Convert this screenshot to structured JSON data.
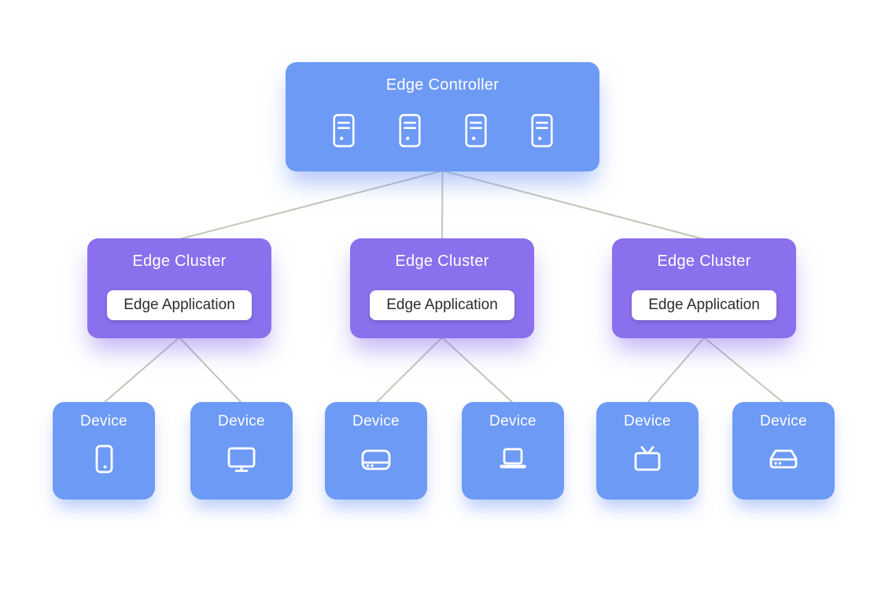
{
  "diagram": {
    "controller": {
      "id": "controller",
      "label": "Edge Controller",
      "icons": [
        "server-icon",
        "server-icon",
        "server-icon",
        "server-icon"
      ]
    },
    "clusters": [
      {
        "id": "cluster-1",
        "label": "Edge Cluster",
        "app_label": "Edge Application"
      },
      {
        "id": "cluster-2",
        "label": "Edge Cluster",
        "app_label": "Edge Application"
      },
      {
        "id": "cluster-3",
        "label": "Edge Cluster",
        "app_label": "Edge Application"
      }
    ],
    "devices": [
      {
        "id": "device-1",
        "label": "Device",
        "icon": "smartphone-icon"
      },
      {
        "id": "device-2",
        "label": "Device",
        "icon": "monitor-icon"
      },
      {
        "id": "device-3",
        "label": "Device",
        "icon": "storage-drive-icon"
      },
      {
        "id": "device-4",
        "label": "Device",
        "icon": "laptop-icon"
      },
      {
        "id": "device-5",
        "label": "Device",
        "icon": "tv-icon"
      },
      {
        "id": "device-6",
        "label": "Device",
        "icon": "router-icon"
      }
    ],
    "edges": [
      {
        "from": "controller",
        "to": "cluster-1"
      },
      {
        "from": "controller",
        "to": "cluster-2"
      },
      {
        "from": "controller",
        "to": "cluster-3"
      },
      {
        "from": "cluster-1",
        "to": "device-1"
      },
      {
        "from": "cluster-1",
        "to": "device-2"
      },
      {
        "from": "cluster-2",
        "to": "device-3"
      },
      {
        "from": "cluster-2",
        "to": "device-4"
      },
      {
        "from": "cluster-3",
        "to": "device-5"
      },
      {
        "from": "cluster-3",
        "to": "device-6"
      }
    ],
    "colors": {
      "controller_fill": "#6d9af5",
      "cluster_fill": "#8a70ed",
      "device_fill": "#6d9af5",
      "connector_line": "#c3c6b6",
      "app_pill_bg": "#ffffff",
      "app_pill_text": "#2b2b33",
      "label_text": "#ffffff",
      "background": "#ffffff"
    }
  }
}
